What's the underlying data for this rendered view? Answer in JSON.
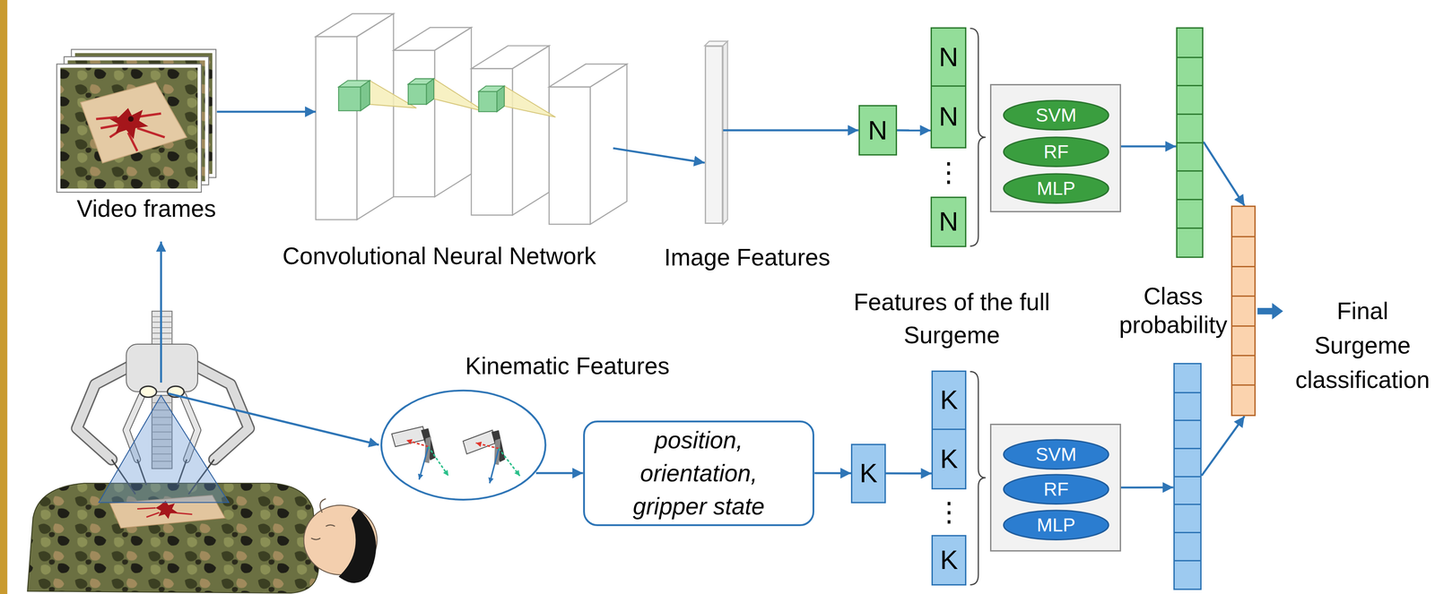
{
  "diagram": {
    "nodes": [
      {
        "text": [
          "Video frames"
        ]
      },
      {
        "text": [
          "Convolutional Neural Network"
        ]
      },
      {
        "text": [
          "Image Features"
        ]
      },
      {
        "text": [
          "N"
        ]
      },
      {
        "text": [
          "N",
          "N",
          "⋮",
          "N"
        ]
      },
      {
        "text": []
      },
      {
        "text": [
          "SVM"
        ],
        "in": 5
      },
      {
        "text": [
          "RF"
        ],
        "in": 5
      },
      {
        "text": [
          "MLP"
        ],
        "in": 5
      },
      {
        "text": [
          "Class probability"
        ]
      },
      {
        "text": [
          "Final Surgeme classification"
        ]
      },
      {
        "text": [
          "Kinematic Features"
        ]
      },
      {
        "text": [
          "position, orientation, gripper state"
        ]
      },
      {
        "text": [
          "K"
        ]
      },
      {
        "text": [
          "K",
          "K",
          "⋮",
          "K"
        ]
      },
      {
        "text": []
      },
      {
        "text": [
          "SVM"
        ],
        "in": 15
      },
      {
        "text": [
          "RF"
        ],
        "in": 15
      },
      {
        "text": [
          "MLP"
        ],
        "in": 15
      },
      {
        "text": []
      }
    ],
    "edges": [
      {
        "from": 0,
        "to": 1,
        "arrow": "to"
      },
      {
        "from": 1,
        "to": 2,
        "arrow": "to"
      },
      {
        "from": 2,
        "to": 3,
        "arrow": "to"
      },
      {
        "from": 3,
        "to": 4,
        "arrow": "to"
      },
      {
        "from": 5,
        "to": 9,
        "arrow": "to"
      },
      {
        "from": 9,
        "to": 10,
        "arrow": "to"
      },
      {
        "from": 19,
        "to": 10,
        "arrow": "to"
      },
      {
        "from": 11,
        "to": 12,
        "arrow": "to"
      },
      {
        "from": 12,
        "to": 13,
        "arrow": "to"
      },
      {
        "from": 13,
        "to": 14,
        "arrow": "to"
      },
      {
        "from": 15,
        "to": 19,
        "arrow": "to"
      }
    ],
    "labels": [
      "Features of the full Surgeme"
    ]
  }
}
